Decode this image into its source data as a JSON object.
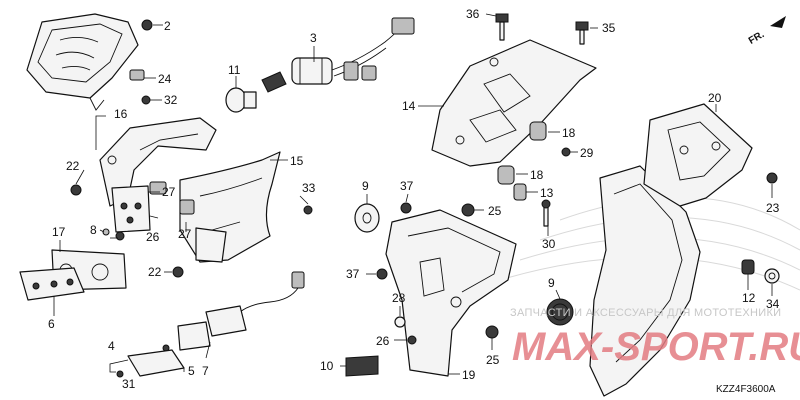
{
  "callouts": {
    "c2": "2",
    "c3": "3",
    "c4": "4",
    "c5": "5",
    "c6": "6",
    "c7": "7",
    "c8": "8",
    "c9a": "9",
    "c9b": "9",
    "c10": "10",
    "c11": "11",
    "c12": "12",
    "c13": "13",
    "c14": "14",
    "c15": "15",
    "c16": "16",
    "c17": "17",
    "c18a": "18",
    "c18b": "18",
    "c19": "19",
    "c20": "20",
    "c22a": "22",
    "c22b": "22",
    "c23": "23",
    "c24": "24",
    "c25a": "25",
    "c25b": "25",
    "c26a": "26",
    "c26b": "26",
    "c27a": "27",
    "c27b": "27",
    "c28": "28",
    "c29": "29",
    "c30": "30",
    "c31": "31",
    "c32": "32",
    "c33": "33",
    "c34": "34",
    "c35": "35",
    "c36": "36",
    "c37a": "37",
    "c37b": "37"
  },
  "direction_label": "FR.",
  "diagram_code": "KZZ4F3600A",
  "watermark": {
    "text": "ЗАПЧАСТИ И АКСЕССУАРЫ ДЛЯ МОТОТЕХНИКИ",
    "logo": "MAX-SPORT.RU"
  },
  "colors": {
    "line": "#111111",
    "watermark_red": "#e37c82",
    "watermark_grey": "#c7c7c7"
  }
}
